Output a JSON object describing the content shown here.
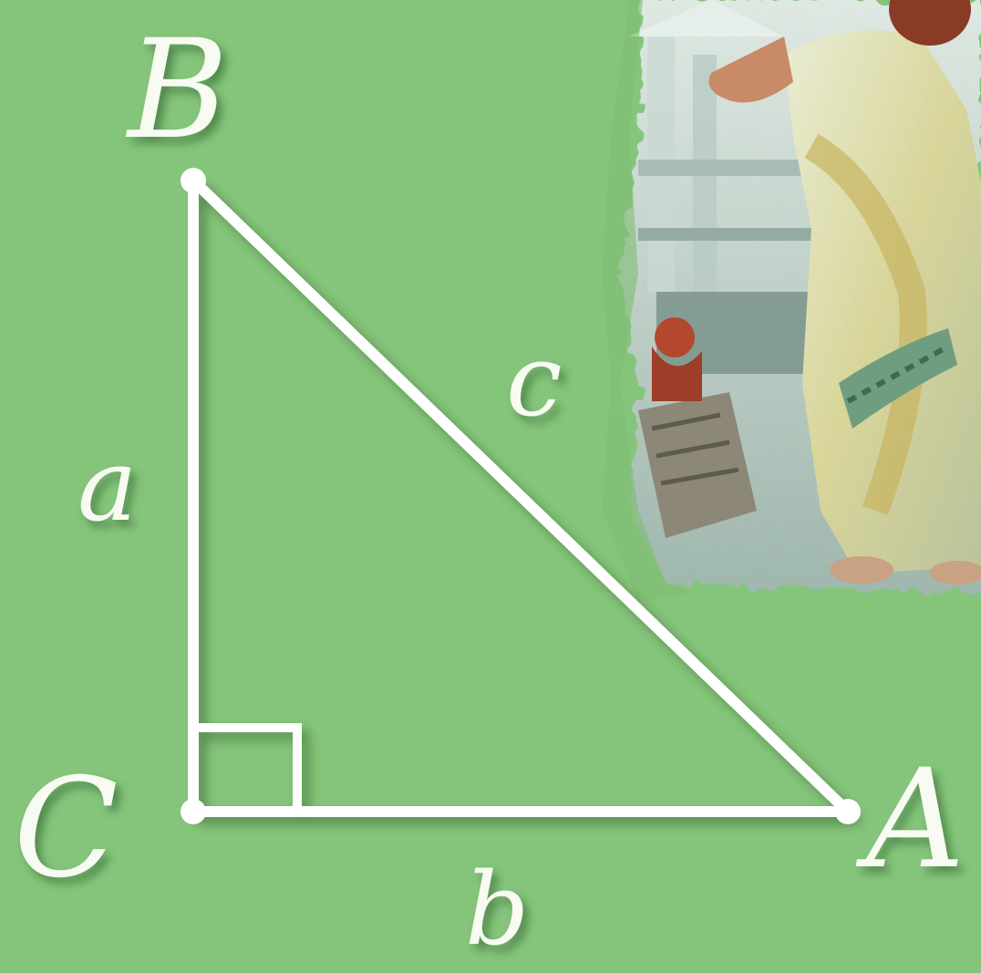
{
  "diagram": {
    "vertices": {
      "B": "B",
      "C": "C",
      "A": "A"
    },
    "sides": {
      "a": "a",
      "b": "b",
      "c": "c"
    },
    "right_angle_at": "C",
    "colors": {
      "background": "#85c57b",
      "lines": "#ffffff",
      "text": "#f7fbf2"
    }
  },
  "image": {
    "description_icon": "robed-philosopher-painting"
  }
}
